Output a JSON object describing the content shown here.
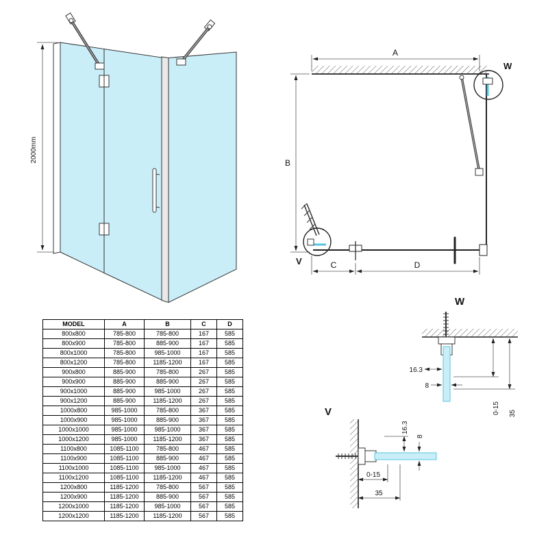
{
  "colors": {
    "glass": "#c9eef8",
    "glass_edge": "#56c5dc",
    "line": "#333333"
  },
  "perspective": {
    "height_dim": "2000mm"
  },
  "plan": {
    "dim_a": "A",
    "dim_b": "B",
    "dim_c": "C",
    "dim_d": "D",
    "marker_w": "W",
    "marker_v": "V"
  },
  "details": {
    "w": {
      "title": "W",
      "dim_offset": "16.3",
      "dim_thickness": "8",
      "dim_adjust": "0-15",
      "dim_depth": "35"
    },
    "v": {
      "title": "V",
      "dim_offset": "16.3",
      "dim_thickness": "8",
      "dim_adjust": "0-15",
      "dim_depth": "35"
    }
  },
  "table": {
    "headers": [
      "MODEL",
      "A",
      "B",
      "C",
      "D"
    ],
    "rows": [
      [
        "800x800",
        "785-800",
        "785-800",
        "167",
        "585"
      ],
      [
        "800x900",
        "785-800",
        "885-900",
        "167",
        "585"
      ],
      [
        "800x1000",
        "785-800",
        "985-1000",
        "167",
        "585"
      ],
      [
        "800x1200",
        "785-800",
        "1185-1200",
        "167",
        "585"
      ],
      [
        "900x800",
        "885-900",
        "785-800",
        "267",
        "585"
      ],
      [
        "900x900",
        "885-900",
        "885-900",
        "267",
        "585"
      ],
      [
        "900x1000",
        "885-900",
        "985-1000",
        "267",
        "585"
      ],
      [
        "900x1200",
        "885-900",
        "1185-1200",
        "267",
        "585"
      ],
      [
        "1000x800",
        "985-1000",
        "785-800",
        "367",
        "585"
      ],
      [
        "1000x900",
        "985-1000",
        "885-900",
        "367",
        "585"
      ],
      [
        "1000x1000",
        "985-1000",
        "985-1000",
        "367",
        "585"
      ],
      [
        "1000x1200",
        "985-1000",
        "1185-1200",
        "367",
        "585"
      ],
      [
        "1100x800",
        "1085-1100",
        "785-800",
        "467",
        "585"
      ],
      [
        "1100x900",
        "1085-1100",
        "885-900",
        "467",
        "585"
      ],
      [
        "1100x1000",
        "1085-1100",
        "985-1000",
        "467",
        "585"
      ],
      [
        "1100x1200",
        "1085-1100",
        "1185-1200",
        "467",
        "585"
      ],
      [
        "1200x800",
        "1185-1200",
        "785-800",
        "567",
        "585"
      ],
      [
        "1200x900",
        "1185-1200",
        "885-900",
        "567",
        "585"
      ],
      [
        "1200x1000",
        "1185-1200",
        "985-1000",
        "567",
        "585"
      ],
      [
        "1200x1200",
        "1185-1200",
        "1185-1200",
        "567",
        "585"
      ]
    ]
  }
}
